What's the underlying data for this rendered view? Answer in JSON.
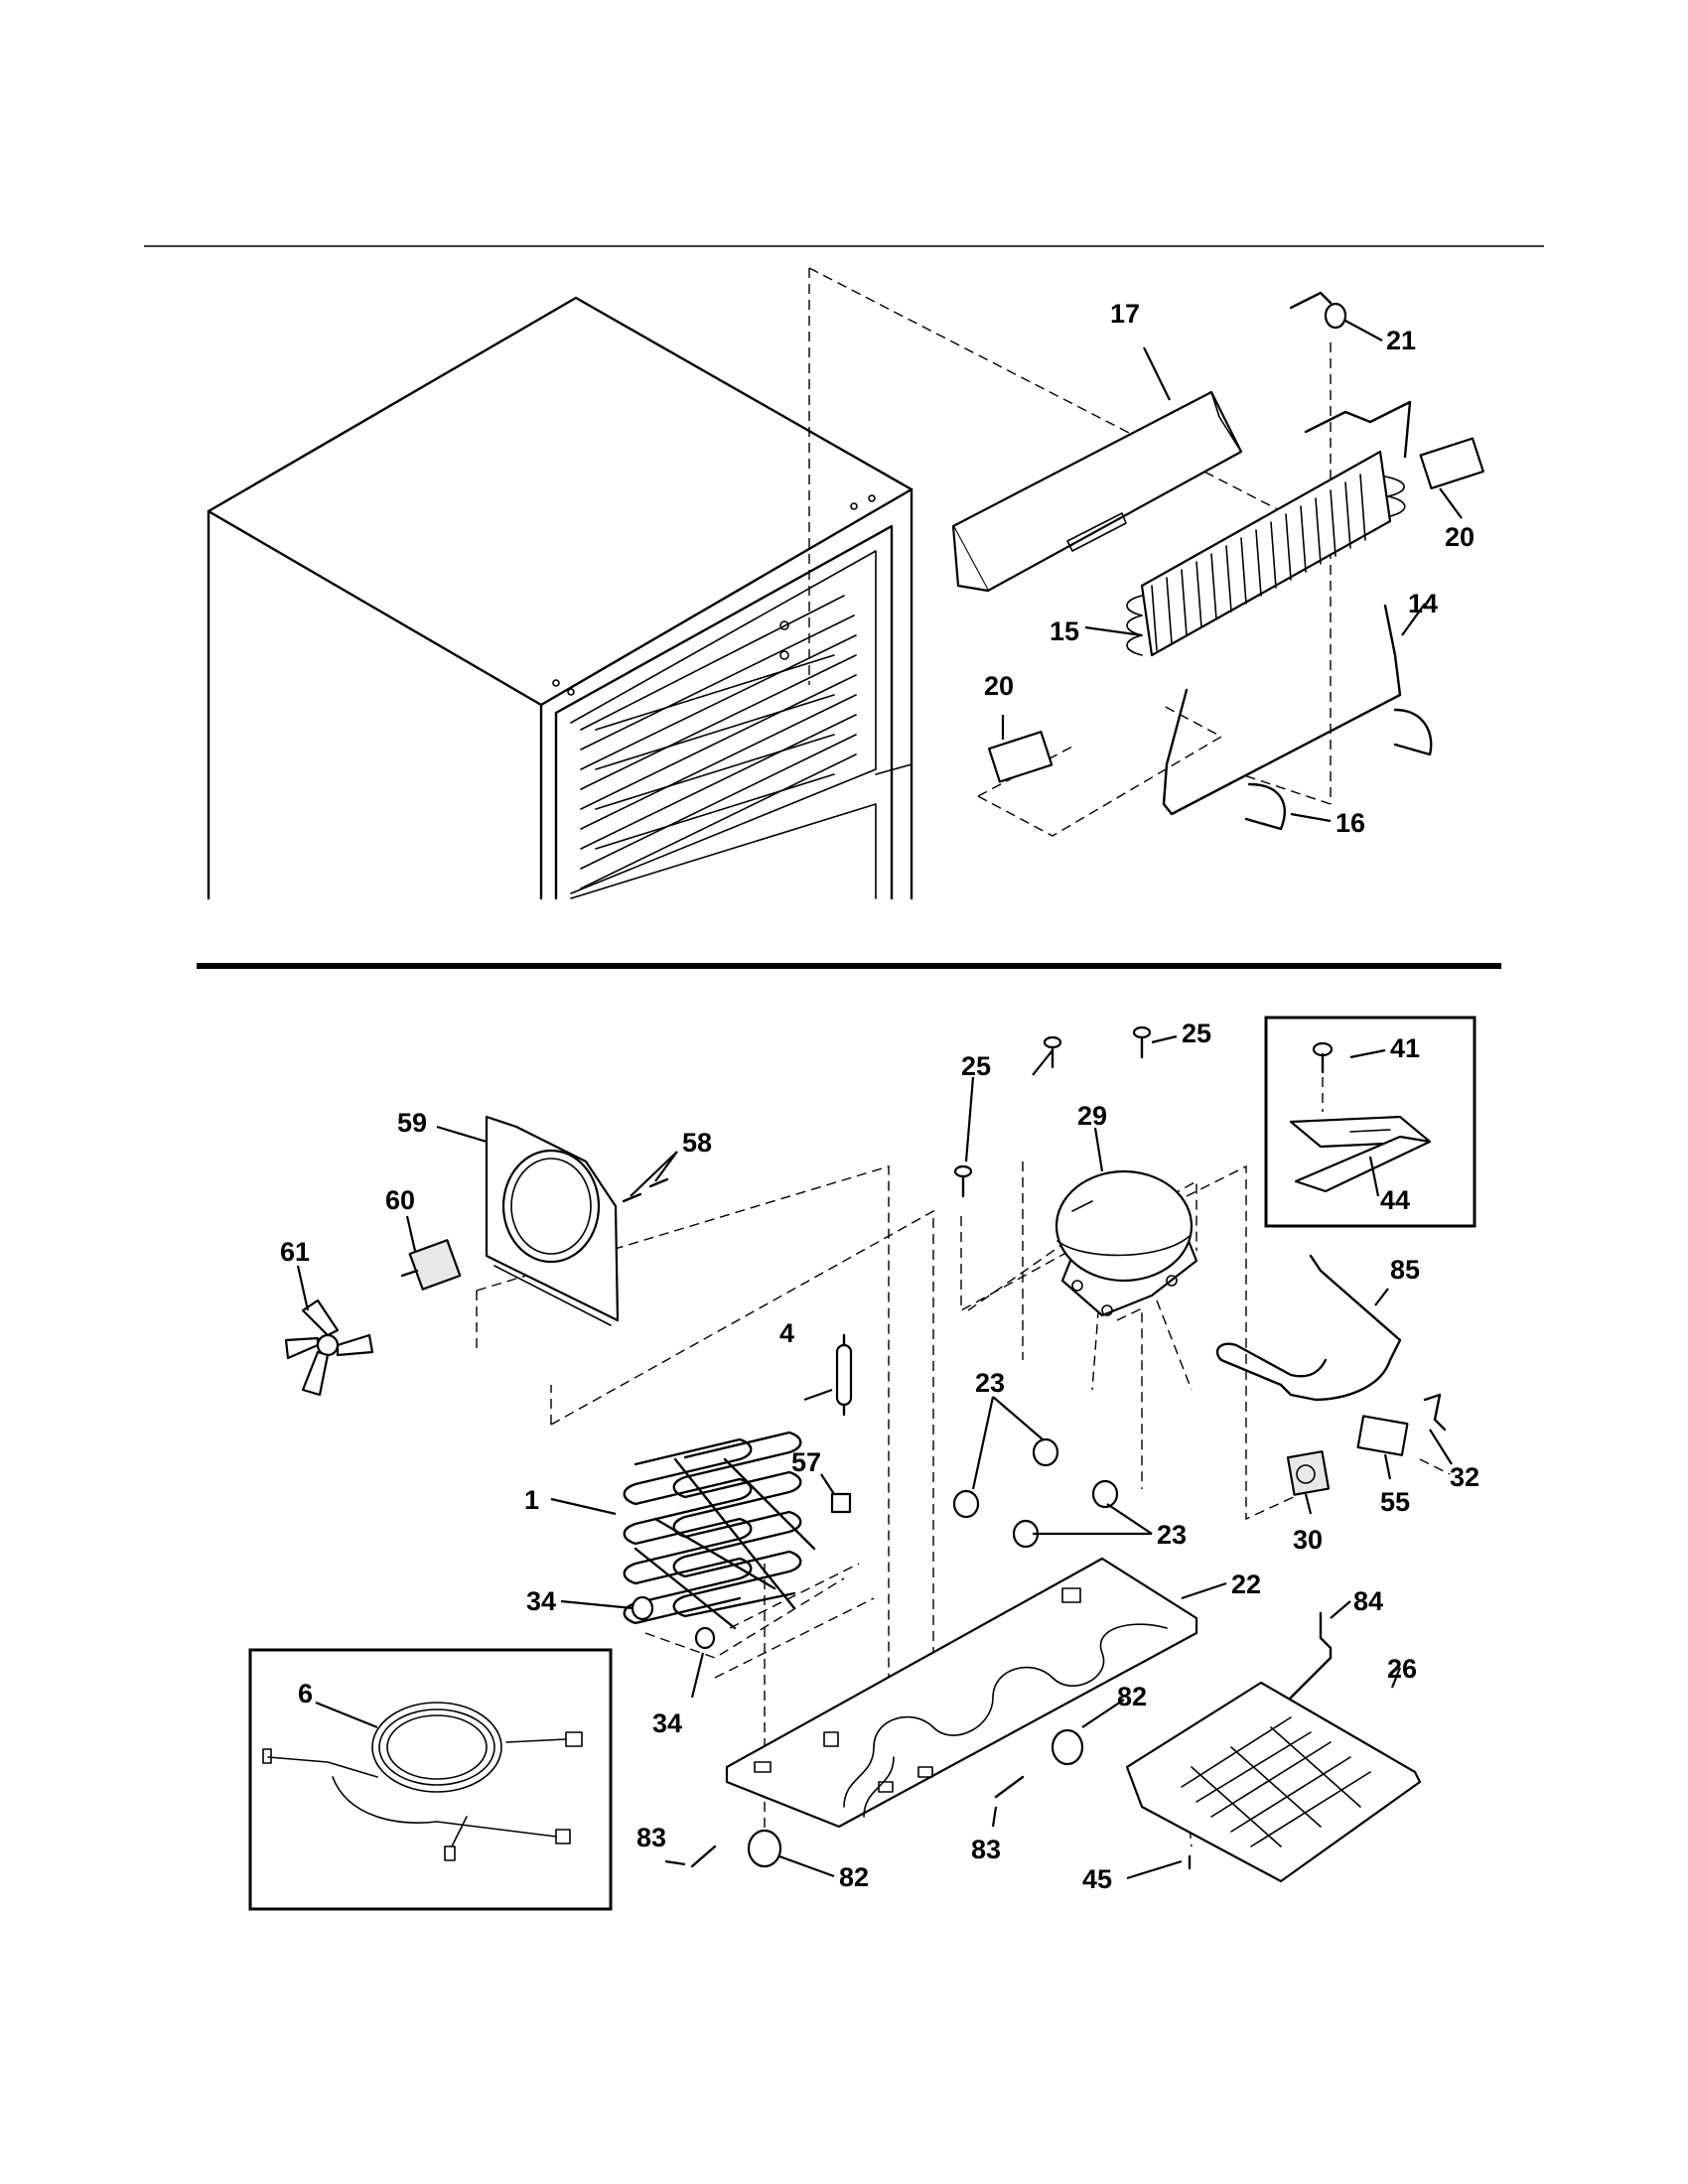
{
  "labels": {
    "p21": "21",
    "p17": "17",
    "p20a": "20",
    "p15": "15",
    "p14": "14",
    "p20b": "20",
    "p16": "16",
    "p25a": "25",
    "p25b": "25",
    "p41": "41",
    "p29": "29",
    "p59": "59",
    "p58": "58",
    "p60": "60",
    "p61": "61",
    "p44": "44",
    "p85": "85",
    "p4": "4",
    "p23a": "23",
    "p57": "57",
    "p1": "1",
    "p32": "32",
    "p55": "55",
    "p23b": "23",
    "p30": "30",
    "p22": "22",
    "p34a": "34",
    "p84": "84",
    "p26": "26",
    "p6": "6",
    "p82a": "82",
    "p34b": "34",
    "p83a": "83",
    "p83b": "83",
    "p82b": "82",
    "p45": "45"
  }
}
